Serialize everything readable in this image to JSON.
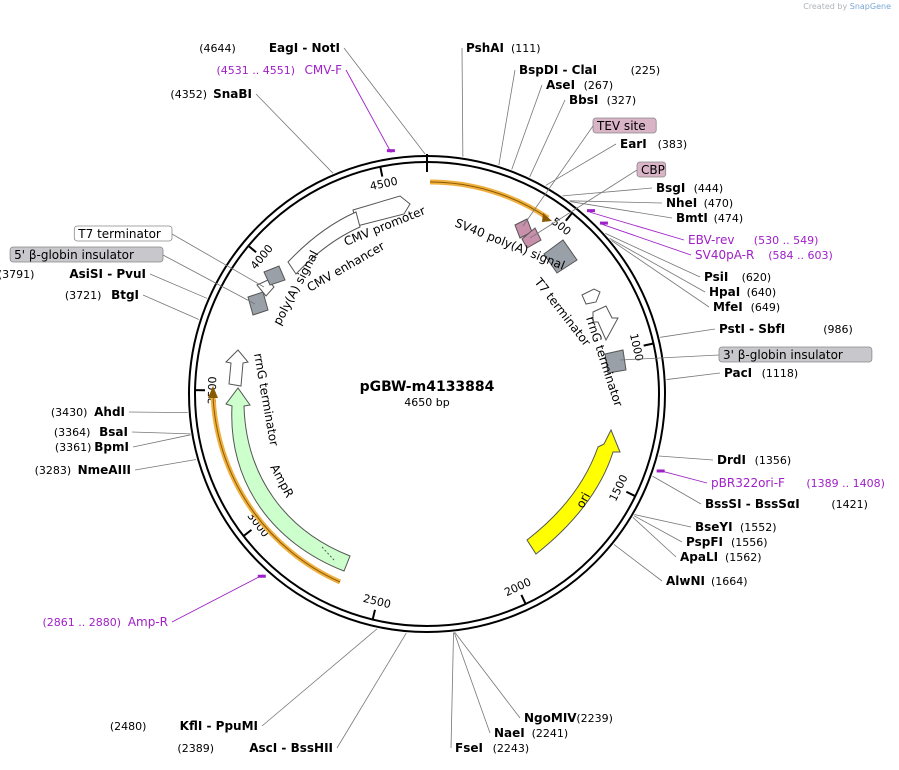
{
  "credit": {
    "prefix": "Created by",
    "brand": "SnapGene"
  },
  "plasmid": {
    "name": "pGBW-m4133884",
    "size_label": "4650 bp",
    "length": 4650
  },
  "ticks": [
    {
      "pos": 500,
      "label": "500"
    },
    {
      "pos": 1000,
      "label": "1000"
    },
    {
      "pos": 1500,
      "label": "1500"
    },
    {
      "pos": 2000,
      "label": "2000"
    },
    {
      "pos": 2500,
      "label": "2500"
    },
    {
      "pos": 3000,
      "label": "3000"
    },
    {
      "pos": 3500,
      "label": "3500"
    },
    {
      "pos": 4000,
      "label": "4000"
    },
    {
      "pos": 4500,
      "label": "4500"
    }
  ],
  "sites": [
    {
      "name": "EagI",
      "name2": "NotI",
      "pos_label": "(4644)",
      "pos": 4644
    },
    {
      "name": "SnaBI",
      "pos_label": "(4352)",
      "pos": 4352
    },
    {
      "name": "PshAI",
      "pos_label": "(111)",
      "pos": 111
    },
    {
      "name": "BspDI",
      "name2": "ClaI",
      "pos_label": "(225)",
      "pos": 225
    },
    {
      "name": "AseI",
      "pos_label": "(267)",
      "pos": 267
    },
    {
      "name": "BbsI",
      "pos_label": "(327)",
      "pos": 327
    },
    {
      "name": "EarI",
      "pos_label": "(383)",
      "pos": 383
    },
    {
      "name": "BsgI",
      "pos_label": "(444)",
      "pos": 444
    },
    {
      "name": "NheI",
      "pos_label": "(470)",
      "pos": 470
    },
    {
      "name": "BmtI",
      "pos_label": "(474)",
      "pos": 474
    },
    {
      "name": "PsiI",
      "pos_label": "(620)",
      "pos": 620
    },
    {
      "name": "HpaI",
      "pos_label": "(640)",
      "pos": 640
    },
    {
      "name": "MfeI",
      "pos_label": "(649)",
      "pos": 649
    },
    {
      "name": "PstI",
      "name2": "SbfI",
      "pos_label": "(986)",
      "pos": 986
    },
    {
      "name": "PacI",
      "pos_label": "(1118)",
      "pos": 1118
    },
    {
      "name": "DrdI",
      "pos_label": "(1356)",
      "pos": 1356
    },
    {
      "name": "BssSI",
      "name2": "BssSαI",
      "pos_label": "(1421)",
      "pos": 1421
    },
    {
      "name": "BseYI",
      "pos_label": "(1552)",
      "pos": 1552
    },
    {
      "name": "PspFI",
      "pos_label": "(1556)",
      "pos": 1556
    },
    {
      "name": "ApaLI",
      "pos_label": "(1562)",
      "pos": 1562
    },
    {
      "name": "AlwNI",
      "pos_label": "(1664)",
      "pos": 1664
    },
    {
      "name": "NgoMIV",
      "pos_label": "(2239)",
      "pos": 2239
    },
    {
      "name": "NaeI",
      "pos_label": "(2241)",
      "pos": 2241
    },
    {
      "name": "FseI",
      "pos_label": "(2243)",
      "pos": 2243
    },
    {
      "name": "AscI",
      "name2": "BssHII",
      "pos_label": "(2389)",
      "pos": 2389
    },
    {
      "name": "KflI",
      "name2": "PpuMI",
      "pos_label": "(2480)",
      "pos": 2480
    },
    {
      "name": "NmeAIII",
      "pos_label": "(3283)",
      "pos": 3283
    },
    {
      "name": "BpmI",
      "pos_label": "(3361)",
      "pos": 3361
    },
    {
      "name": "BsaI",
      "pos_label": "(3364)",
      "pos": 3364
    },
    {
      "name": "AhdI",
      "pos_label": "(3430)",
      "pos": 3430
    },
    {
      "name": "BtgI",
      "pos_label": "(3721)",
      "pos": 3721
    },
    {
      "name": "AsiSI",
      "name2": "PvuI",
      "pos_label": "(3791)",
      "pos": 3791
    }
  ],
  "primers": [
    {
      "name": "CMV-F",
      "range_label": "(4531 .. 4551)",
      "pos": 4541
    },
    {
      "name": "EBV-rev",
      "range_label": "(530 .. 549)",
      "pos": 540
    },
    {
      "name": "SV40pA-R",
      "range_label": "(584 .. 603)",
      "pos": 594
    },
    {
      "name": "pBR322ori-F",
      "range_label": "(1389 .. 1408)",
      "pos": 1398
    },
    {
      "name": "Amp-R",
      "range_label": "(2861 .. 2880)",
      "pos": 2870
    }
  ],
  "boxed_features": [
    {
      "name": "TEV site",
      "color": "#d9b3c6",
      "pos": 470
    },
    {
      "name": "CBP",
      "color": "#d9b3c6",
      "pos": 520
    },
    {
      "name": "3' β-globin insulator",
      "color": "#c8c8cc",
      "pos": 1180
    },
    {
      "name": "T7 terminator",
      "color": "#ffffff",
      "pos": 3920
    },
    {
      "name": "5' β-globin insulator",
      "color": "#c8c8cc",
      "pos": 3870
    }
  ],
  "features": [
    {
      "name": "CMV promoter",
      "color": "#ffffff"
    },
    {
      "name": "CMV enhancer",
      "color": "#ffffff"
    },
    {
      "name": "SV40 poly(A) signal",
      "color": "#ffffff"
    },
    {
      "name": "T7 terminator",
      "color": "#ffffff"
    },
    {
      "name": "rrnG terminator",
      "color": "#ffffff"
    },
    {
      "name": "ori",
      "color": "#ffff00"
    },
    {
      "name": "AmpR",
      "color": "#ccffcc"
    },
    {
      "name": "rrnG terminator",
      "color": "#ffffff"
    },
    {
      "name": "poly(A) signal",
      "color": "#ffffff"
    }
  ],
  "colors": {
    "primer": "#a020c8",
    "orf_highlight": "#f0b040",
    "backbone": "#000000"
  }
}
